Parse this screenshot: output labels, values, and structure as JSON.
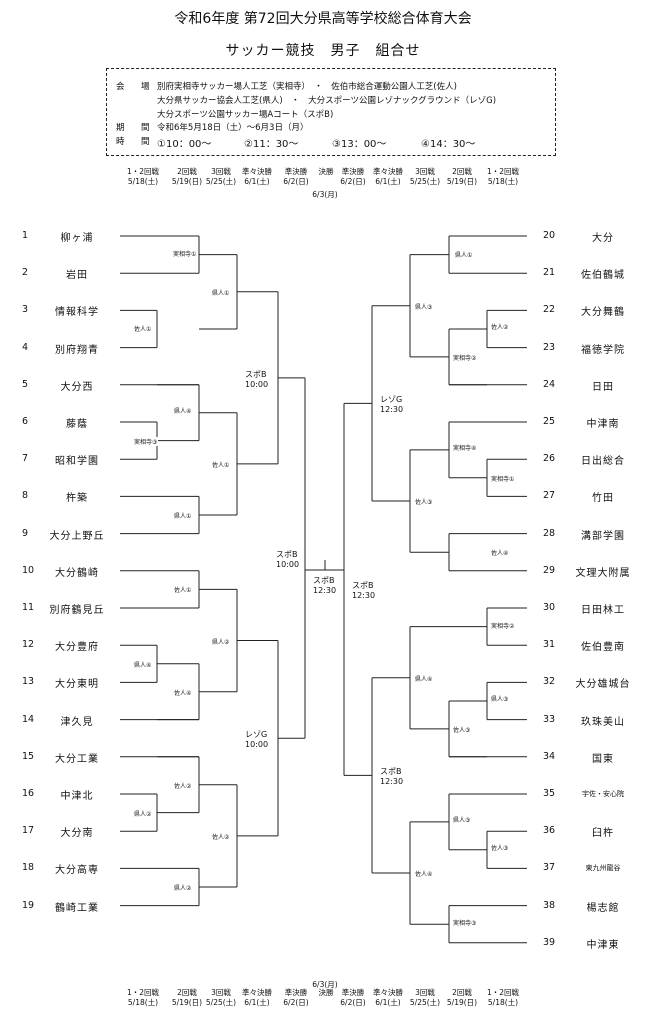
{
  "header": {
    "title": "令和6年度 第72回大分県高等学校総合体育大会",
    "subtitle": "サッカー競技　男子　組合せ"
  },
  "info": {
    "venue_label": "会　場",
    "venue_line1": "別府実相寺サッカー場人工芝（実相寺）　・　佐伯市総合運動公園人工芝(佐人)",
    "venue_line2": "大分県サッカー協会人工芝(県人)　・　大分スポーツ公園レゾナックグラウンド（レゾG)",
    "venue_line3": "大分スポーツ公園サッカー場Aコート（スポB)",
    "period_label": "期　間",
    "period_value": "令和6年5月18日（土）～6月3日（月）",
    "time_label": "時　間",
    "times": [
      "①10：00～",
      "②11：30～",
      "③13：00～",
      "④14：30～"
    ]
  },
  "rounds_top": [
    {
      "round": "1・2回戦",
      "date": "5/18(土)"
    },
    {
      "round": "2回戦",
      "date": "5/19(日)"
    },
    {
      "round": "3回戦",
      "date": "5/25(土)"
    },
    {
      "round": "準々決勝",
      "date": "6/1(土)"
    },
    {
      "round": "準決勝",
      "date": "6/2(日)"
    },
    {
      "round": "決勝",
      "date": ""
    },
    {
      "round": "準決勝",
      "date": "6/2(日)"
    },
    {
      "round": "準々決勝",
      "date": "6/1(土)"
    },
    {
      "round": "3回戦",
      "date": "5/25(土)"
    },
    {
      "round": "2回戦",
      "date": "5/19(日)"
    },
    {
      "round": "1・2回戦",
      "date": "5/18(土)"
    }
  ],
  "final_date": "6/3(月)",
  "teams_left": [
    {
      "num": "1",
      "name": "柳ヶ浦"
    },
    {
      "num": "2",
      "name": "岩田"
    },
    {
      "num": "3",
      "name": "情報科学"
    },
    {
      "num": "4",
      "name": "別府翔青"
    },
    {
      "num": "5",
      "name": "大分西"
    },
    {
      "num": "6",
      "name": "藤蔭"
    },
    {
      "num": "7",
      "name": "昭和学園"
    },
    {
      "num": "8",
      "name": "杵築"
    },
    {
      "num": "9",
      "name": "大分上野丘"
    },
    {
      "num": "10",
      "name": "大分鶴崎"
    },
    {
      "num": "11",
      "name": "別府鶴見丘"
    },
    {
      "num": "12",
      "name": "大分豊府"
    },
    {
      "num": "13",
      "name": "大分東明"
    },
    {
      "num": "14",
      "name": "津久見"
    },
    {
      "num": "15",
      "name": "大分工業"
    },
    {
      "num": "16",
      "name": "中津北"
    },
    {
      "num": "17",
      "name": "大分南"
    },
    {
      "num": "18",
      "name": "大分高専"
    },
    {
      "num": "19",
      "name": "鶴崎工業"
    }
  ],
  "teams_right": [
    {
      "num": "20",
      "name": "大分"
    },
    {
      "num": "21",
      "name": "佐伯鶴城"
    },
    {
      "num": "22",
      "name": "大分舞鶴"
    },
    {
      "num": "23",
      "name": "福徳学院"
    },
    {
      "num": "24",
      "name": "日田"
    },
    {
      "num": "25",
      "name": "中津南"
    },
    {
      "num": "26",
      "name": "日出総合"
    },
    {
      "num": "27",
      "name": "竹田"
    },
    {
      "num": "28",
      "name": "溝部学園"
    },
    {
      "num": "29",
      "name": "文理大附属"
    },
    {
      "num": "30",
      "name": "日田林工"
    },
    {
      "num": "31",
      "name": "佐伯豊南"
    },
    {
      "num": "32",
      "name": "大分雄城台"
    },
    {
      "num": "33",
      "name": "玖珠美山"
    },
    {
      "num": "34",
      "name": "国東"
    },
    {
      "num": "35",
      "name": "宇佐・安心院"
    },
    {
      "num": "36",
      "name": "臼杵"
    },
    {
      "num": "37",
      "name": "東九州龍谷"
    },
    {
      "num": "38",
      "name": "楊志館"
    },
    {
      "num": "39",
      "name": "中津東"
    }
  ],
  "venues": {
    "L1": "実相寺①",
    "L2": "佐人①",
    "L3": "県人①",
    "L4": "実相寺③",
    "L5": "県人④",
    "L6": "県人①",
    "L7": "佐人①",
    "L8": "佐人①",
    "L9": "県人④",
    "L10": "佐人④",
    "L11": "県人②",
    "L12": "県人②",
    "L13": "佐人②",
    "L14": "県人②",
    "L15": "佐人②",
    "R1": "県人①",
    "R2": "佐人②",
    "R3": "実相寺②",
    "R4": "県人③",
    "R5": "実相寺①",
    "R6": "実相寺④",
    "R7": "佐人④",
    "R8": "佐人③",
    "R9": "実相寺②",
    "R10": "県人③",
    "R11": "佐人③",
    "R12": "県人④",
    "R13": "佐人③",
    "R14": "県人③",
    "R15": "実相寺③",
    "R16": "佐人④"
  },
  "qf": {
    "L_top": {
      "venue": "スポB",
      "time": "10:00"
    },
    "L_bot": {
      "venue": "レゾG",
      "time": "10:00"
    },
    "R_top": {
      "venue": "レゾG",
      "time": "12:30"
    },
    "R_bot": {
      "venue": "スポB",
      "time": "12:30"
    }
  },
  "sf": {
    "L": {
      "venue": "スポB",
      "time": "10:00"
    },
    "R": {
      "venue": "スポB",
      "time": "12:30"
    }
  },
  "final": {
    "venue": "スポB",
    "time": "12:30"
  }
}
